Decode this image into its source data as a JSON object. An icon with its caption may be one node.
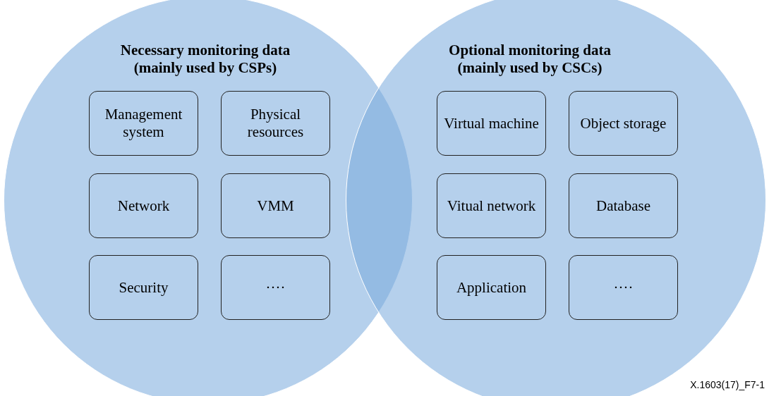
{
  "diagram": {
    "nodes": [
      {
        "text": [
          "Necessary monitoring data (mainly used by CSPs)"
        ]
      },
      {
        "text": [
          "Management system"
        ],
        "in": 0
      },
      {
        "text": [
          "Physical resources"
        ],
        "in": 0
      },
      {
        "text": [
          "Network"
        ],
        "in": 0
      },
      {
        "text": [
          "VMM"
        ],
        "in": 0
      },
      {
        "text": [
          "Security"
        ],
        "in": 0
      },
      {
        "text": [
          "····"
        ],
        "in": 0
      },
      {
        "text": [
          "Optional monitoring data (mainly used by CSCs)"
        ]
      },
      {
        "text": [
          "Virtual machine"
        ],
        "in": 7
      },
      {
        "text": [
          "Object storage"
        ],
        "in": 7
      },
      {
        "text": [
          "Vitual network"
        ],
        "in": 7
      },
      {
        "text": [
          "Database"
        ],
        "in": 7
      },
      {
        "text": [
          "Application"
        ],
        "in": 7
      },
      {
        "text": [
          "····"
        ],
        "in": 7
      }
    ],
    "edges": [],
    "labels": [
      "X.1603(17)_F7-1"
    ]
  }
}
